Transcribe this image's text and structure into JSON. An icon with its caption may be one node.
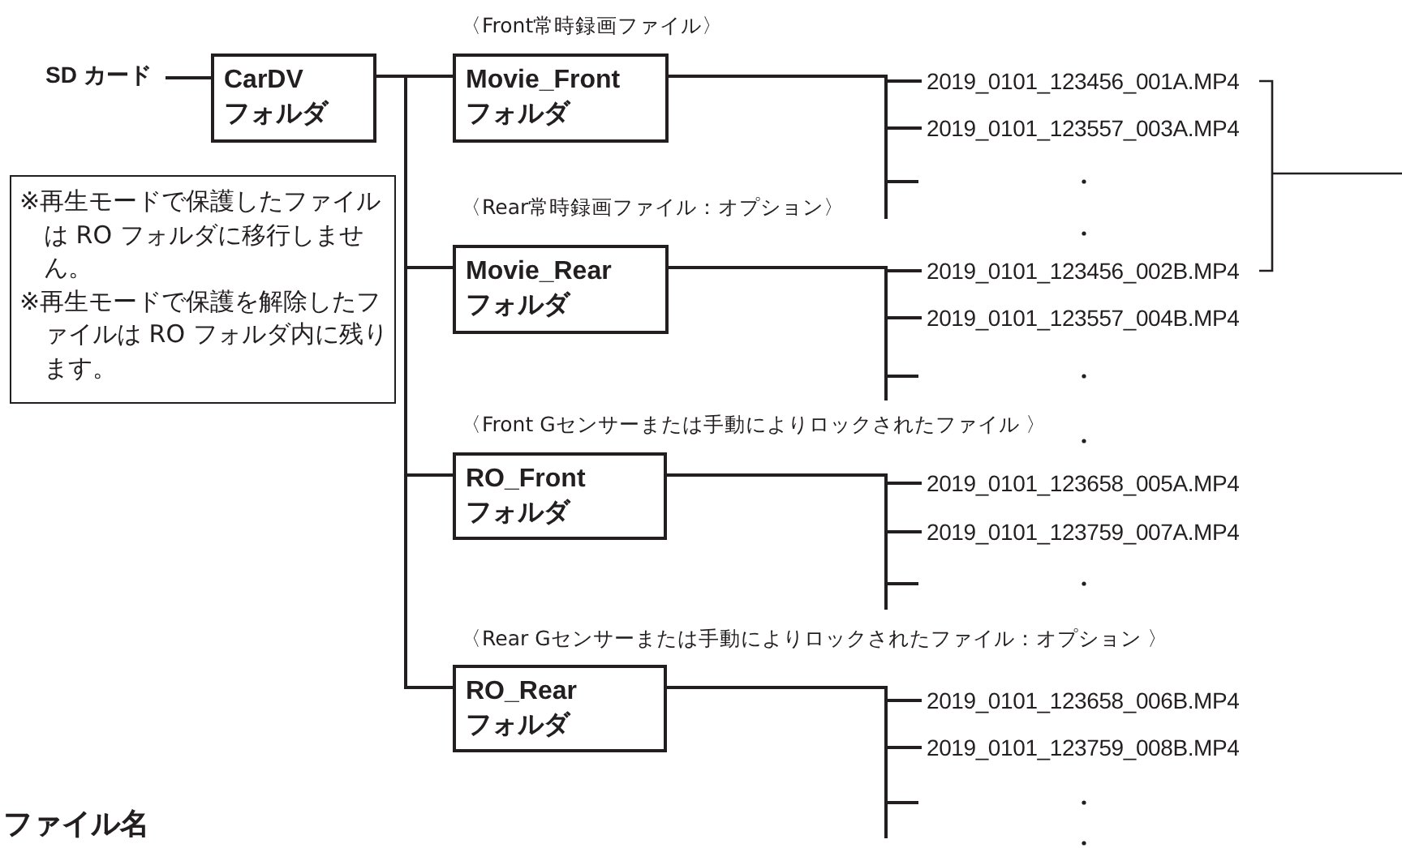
{
  "diagram": {
    "nodes": [
      {
        "text": [
          "SD カード"
        ]
      },
      {
        "text": [
          "CarDV フォルダ"
        ]
      },
      {
        "text": [
          "※再生モードで保護したファイルは RO フォルダに移行しません。",
          "※再生モードで保護を解除したファイルは RO フォルダ内に残ります。"
        ]
      },
      {
        "text": [
          "Movie_Front フォルダ"
        ],
        "beside": [
          "〈Front常時録画ファイル〉"
        ]
      },
      {
        "text": [
          "Movie_Rear フォルダ"
        ],
        "beside": [
          "〈Rear常時録画ファイル：オプション〉"
        ]
      },
      {
        "text": [
          "RO_Front フォルダ"
        ],
        "beside": [
          "〈Front Gセンサーまたは手動によりロックされたファイル 〉"
        ]
      },
      {
        "text": [
          "RO_Rear フォルダ"
        ],
        "beside": [
          "〈Rear Gセンサーまたは手動によりロックされたファイル：オプション 〉"
        ]
      },
      {
        "text": [
          "2019_0101_123456_001A.MP4"
        ]
      },
      {
        "text": [
          "2019_0101_123557_003A.MP4"
        ]
      },
      {
        "text": [
          "2019_0101_123456_002B.MP4"
        ]
      },
      {
        "text": [
          "2019_0101_123557_004B.MP4"
        ]
      },
      {
        "text": [
          "2019_0101_123658_005A.MP4"
        ]
      },
      {
        "text": [
          "2019_0101_123759_007A.MP4"
        ]
      },
      {
        "text": [
          "2019_0101_123658_006B.MP4"
        ]
      },
      {
        "text": [
          "2019_0101_123759_008B.MP4"
        ]
      }
    ],
    "edges": [
      {
        "from": 0,
        "to": 1,
        "arrow": "none"
      },
      {
        "from": 1,
        "to": 3,
        "arrow": "none"
      },
      {
        "from": 1,
        "to": 4,
        "arrow": "none"
      },
      {
        "from": 1,
        "to": 5,
        "arrow": "none"
      },
      {
        "from": 1,
        "to": 6,
        "arrow": "none"
      },
      {
        "from": 3,
        "to": 7,
        "arrow": "none"
      },
      {
        "from": 3,
        "to": 8,
        "arrow": "none"
      },
      {
        "from": 3,
        "to": null,
        "arrow": "none"
      },
      {
        "from": 4,
        "to": 9,
        "arrow": "none"
      },
      {
        "from": 4,
        "to": 10,
        "arrow": "none"
      },
      {
        "from": 4,
        "to": null,
        "arrow": "none"
      },
      {
        "from": 5,
        "to": 11,
        "arrow": "none"
      },
      {
        "from": 5,
        "to": 12,
        "arrow": "none"
      },
      {
        "from": 5,
        "to": null,
        "arrow": "none"
      },
      {
        "from": 6,
        "to": 13,
        "arrow": "none"
      },
      {
        "from": 6,
        "to": 14,
        "arrow": "none"
      },
      {
        "from": 6,
        "to": null,
        "arrow": "none"
      }
    ],
    "labels": [
      "ファイル名"
    ]
  }
}
